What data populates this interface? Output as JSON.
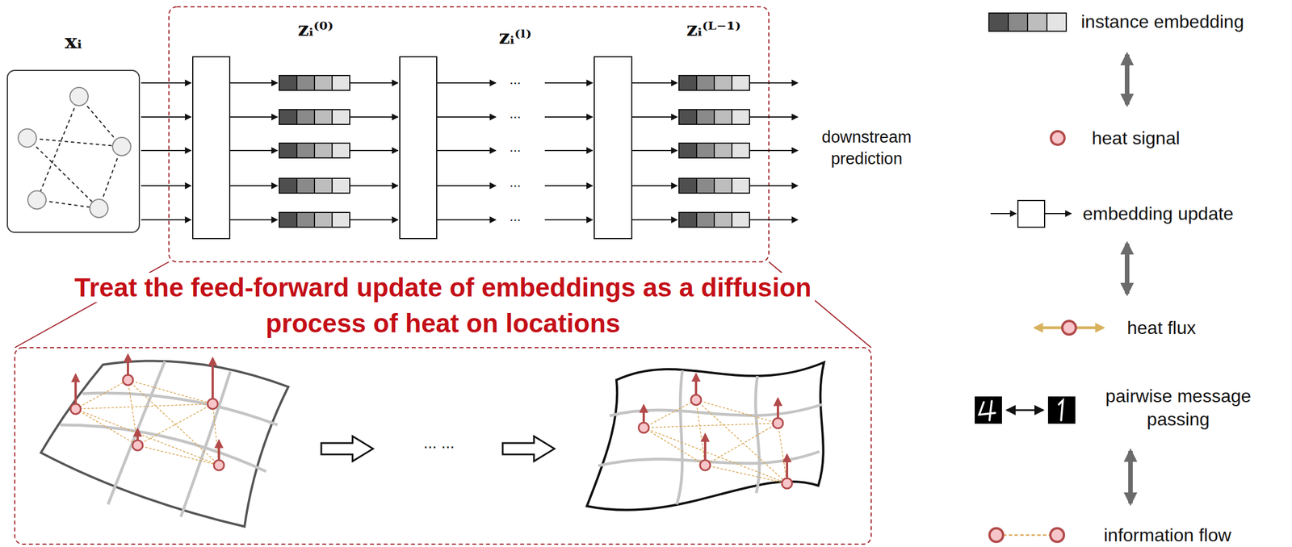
{
  "diagram": {
    "nodes": [
      {
        "text": [
          "xᵢ"
        ]
      }
    ],
    "labels": [
      "zᵢ⁽⁰⁾",
      "zᵢ⁽ˡ⁾",
      "zᵢ⁽ᴸ⁻¹⁾",
      "...",
      "...",
      "...",
      "...",
      "...",
      "downstream prediction",
      "Treat the feed-forward update of embeddings as a diffusion process of heat on locations",
      "... ..."
    ],
    "legend": [
      {
        "text": "instance embedding"
      },
      {
        "text": "heat signal"
      },
      {
        "text": "embedding update"
      },
      {
        "text": "heat flux"
      },
      {
        "text": "pairwise message passing"
      },
      {
        "text": "information flow"
      }
    ]
  }
}
